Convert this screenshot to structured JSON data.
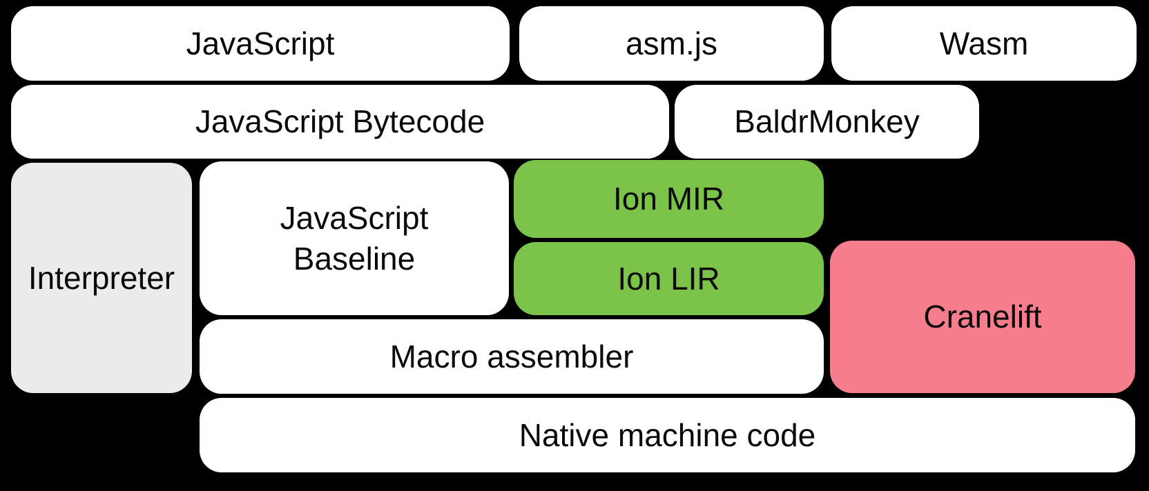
{
  "diagram": {
    "description": "Compiler pipeline block diagram",
    "colors": {
      "background": "#000000",
      "box_white": "#ffffff",
      "box_gray": "#ebebeb",
      "box_green": "#7cc34a",
      "box_pink": "#f67d8b",
      "text": "#0a0a0a"
    },
    "boxes": {
      "javascript": {
        "label": "JavaScript"
      },
      "asmjs": {
        "label": "asm.js"
      },
      "wasm": {
        "label": "Wasm"
      },
      "bytecode": {
        "label": "JavaScript Bytecode"
      },
      "baldrmonkey": {
        "label": "BaldrMonkey"
      },
      "interpreter": {
        "label": "Interpreter"
      },
      "baseline": {
        "lines": [
          "JavaScript",
          "Baseline"
        ]
      },
      "ion_mir": {
        "label": "Ion MIR"
      },
      "ion_lir": {
        "label": "Ion LIR"
      },
      "cranelift": {
        "label": "Cranelift"
      },
      "macro_assembler": {
        "label": "Macro assembler"
      },
      "native": {
        "label": "Native machine code"
      }
    }
  }
}
